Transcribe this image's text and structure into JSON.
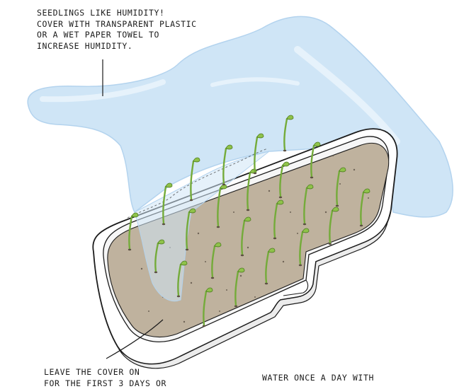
{
  "notes": {
    "humidity": "SEEDLINGS LIKE HUMIDITY!\nCOVER WITH TRANSPARENT PLASTIC\nOR A WET PAPER TOWEL TO\nINCREASE HUMIDITY.",
    "cover": "LEAVE THE COVER ON\nFOR THE FIRST 3 DAYS OR",
    "water": "WATER ONCE A DAY WITH"
  },
  "colors": {
    "plastic": "#cfe5f6",
    "plastic_edge": "#b3d3ee",
    "soil": "#bfb29e",
    "soil_shadow": "#a89a85",
    "tray": "#ffffff",
    "tray_shade": "#ececec",
    "stem": "#74ab3a",
    "leaf": "#8fc24a",
    "outline": "#1c1c1c"
  },
  "icons": {
    "sprout": "seedling-icon",
    "plastic": "plastic-wrap-icon",
    "tray": "seed-tray-icon"
  }
}
